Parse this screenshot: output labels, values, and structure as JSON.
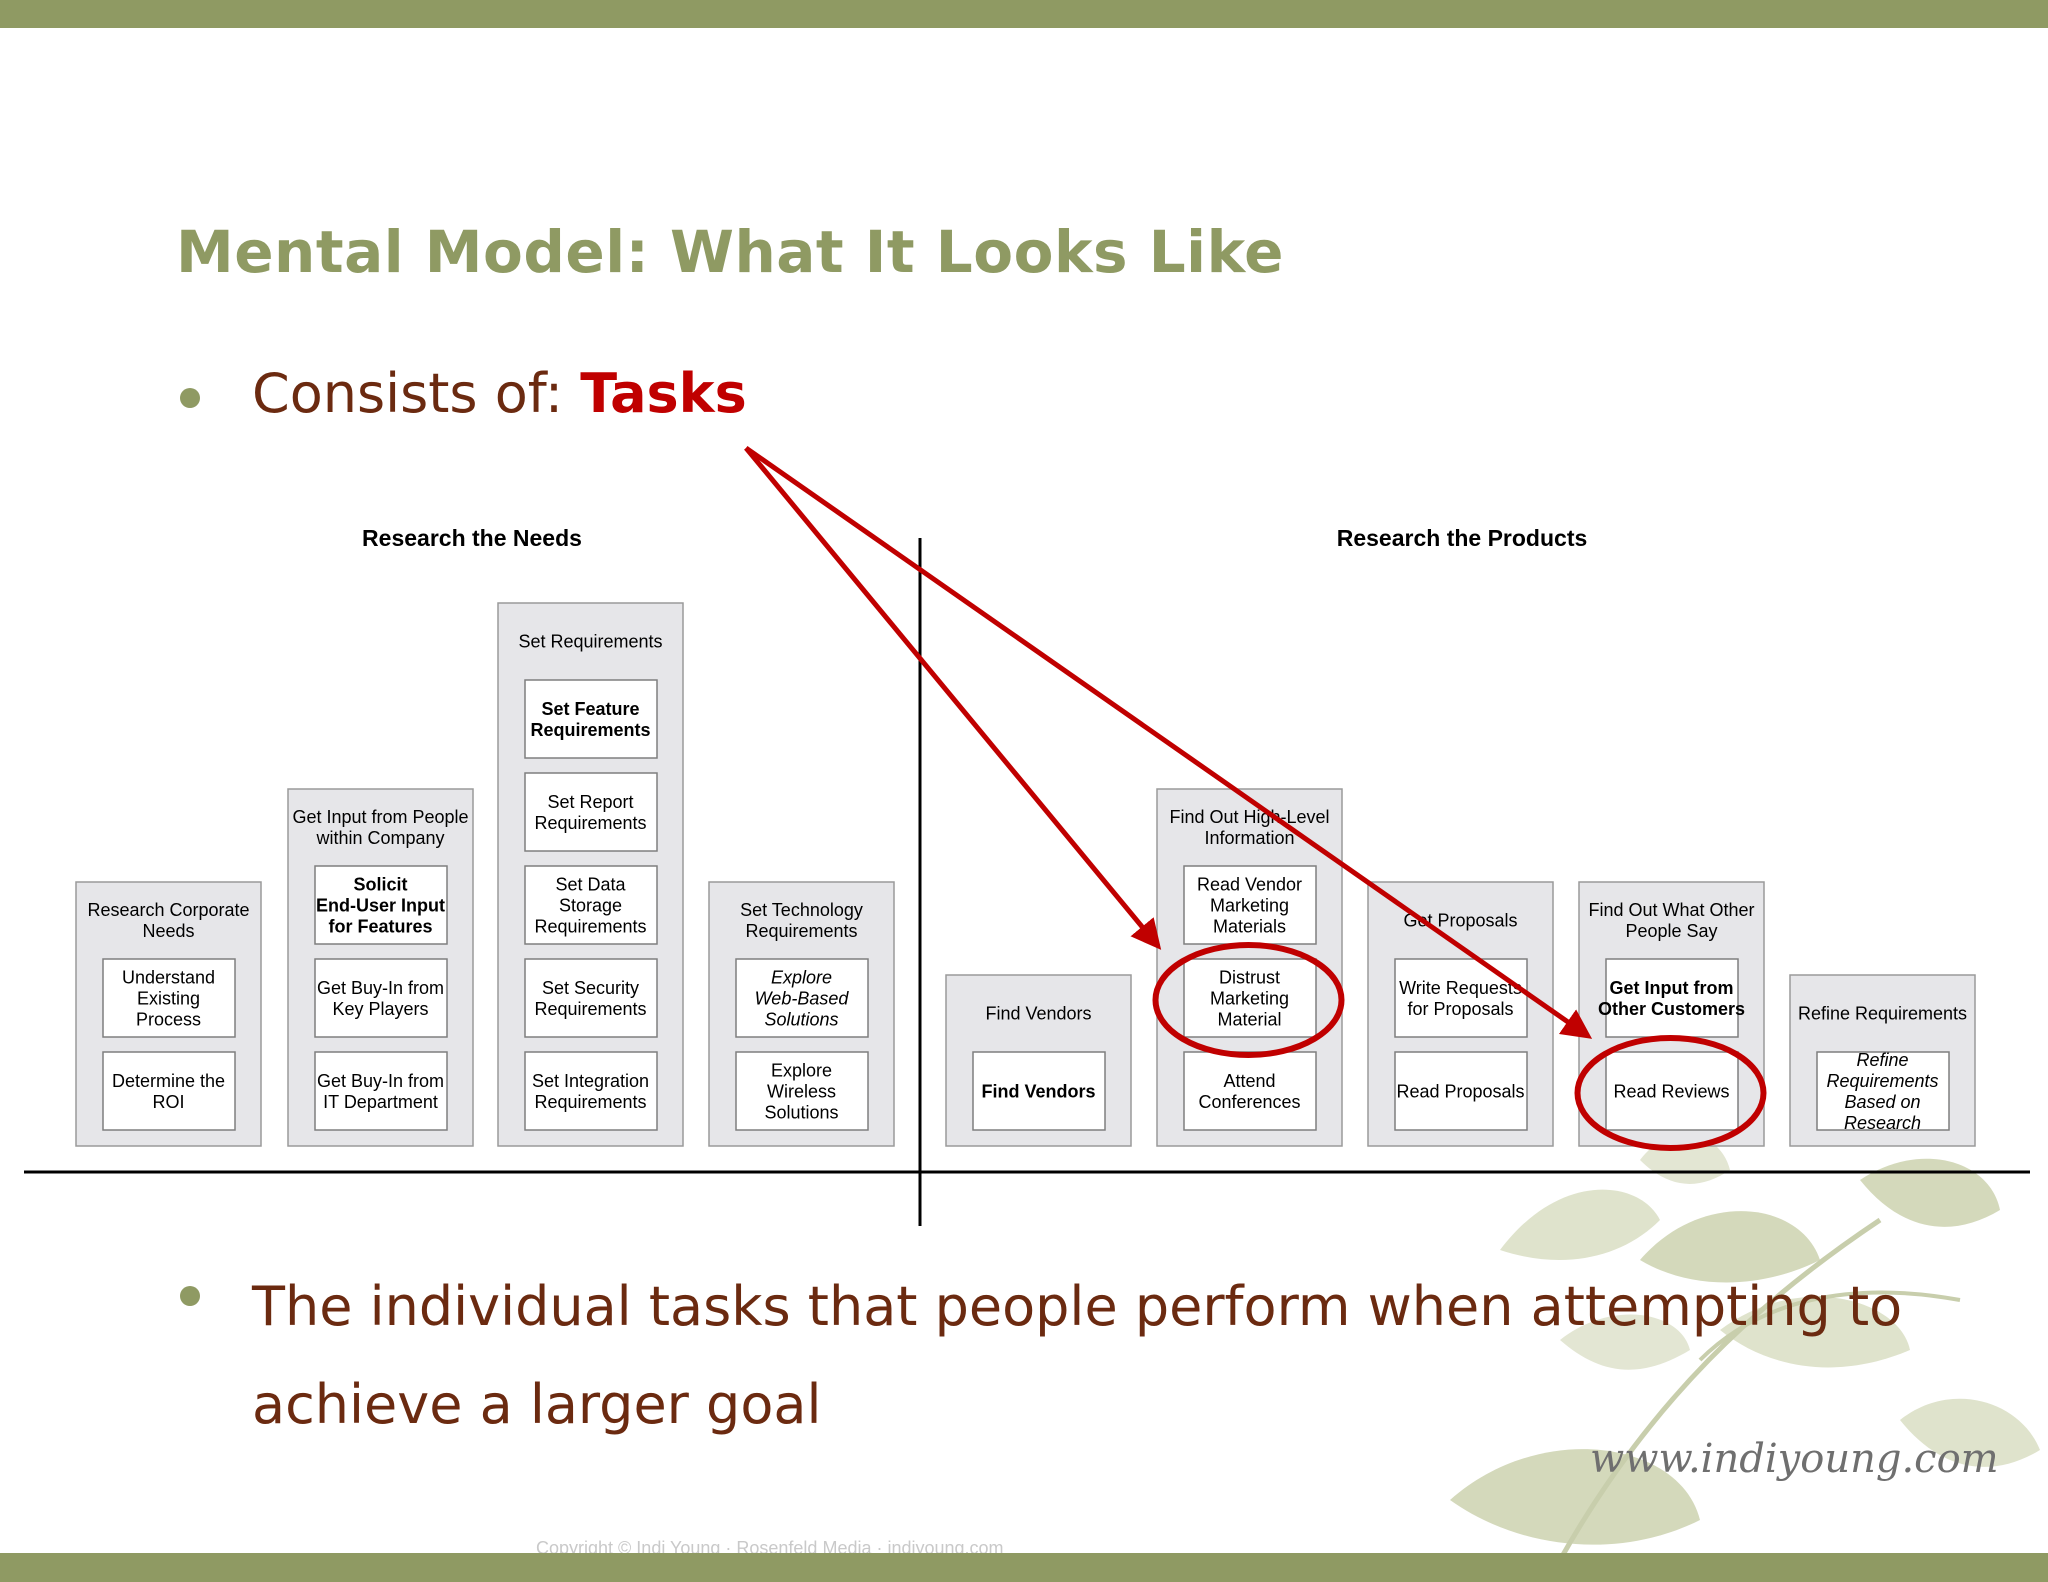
{
  "slide": {
    "title": "Mental Model: What It Looks Like",
    "bullet1_prefix": "Consists of: ",
    "bullet1_keyword": "Tasks",
    "bullet2": "The individual tasks that people perform when attempting to achieve a larger goal",
    "website": "www.indiyoung.com",
    "footer": "Copyright © Indi Young · Rosenfeld Media · indiyoung.com"
  },
  "colors": {
    "accent_olive": "#8f9a63",
    "text_brown": "#6b2a10",
    "highlight_red": "#c00000",
    "box_gray": "#e6e6e9"
  },
  "mental_model": {
    "sections": [
      {
        "label": "Research the Needs",
        "towers": [
          {
            "label": "Research Corporate Needs",
            "tasks": [
              {
                "label": "Understand Existing Process",
                "style": "normal"
              },
              {
                "label": "Determine the ROI",
                "style": "normal"
              }
            ]
          },
          {
            "label": "Get Input from People within Company",
            "tasks": [
              {
                "label": "Solicit End-User Input for Features",
                "style": "bold"
              },
              {
                "label": "Get Buy-In from Key Players",
                "style": "normal"
              },
              {
                "label": "Get Buy-In from IT Department",
                "style": "normal"
              }
            ]
          },
          {
            "label": "Set Requirements",
            "tasks": [
              {
                "label": "Set Feature Requirements",
                "style": "bold"
              },
              {
                "label": "Set Report Requirements",
                "style": "normal"
              },
              {
                "label": "Set Data Storage Requirements",
                "style": "normal"
              },
              {
                "label": "Set Security Requirements",
                "style": "normal"
              },
              {
                "label": "Set Integration Requirements",
                "style": "normal"
              }
            ]
          },
          {
            "label": "Set Technology Requirements",
            "tasks": [
              {
                "label": "Explore Web-Based Solutions",
                "style": "italic"
              },
              {
                "label": "Explore Wireless Solutions",
                "style": "normal"
              }
            ]
          }
        ]
      },
      {
        "label": "Research the Products",
        "towers": [
          {
            "label": "Find Vendors",
            "tasks": [
              {
                "label": "Find Vendors",
                "style": "bold"
              }
            ]
          },
          {
            "label": "Find Out High-Level Information",
            "tasks": [
              {
                "label": "Read Vendor Marketing Materials",
                "style": "normal"
              },
              {
                "label": "Distrust Marketing Material",
                "style": "normal",
                "circled": true
              },
              {
                "label": "Attend Conferences",
                "style": "normal"
              }
            ]
          },
          {
            "label": "Get Proposals",
            "tasks": [
              {
                "label": "Write Requests for Proposals",
                "style": "normal"
              },
              {
                "label": "Read Proposals",
                "style": "normal"
              }
            ]
          },
          {
            "label": "Find Out What Other People Say",
            "tasks": [
              {
                "label": "Get Input from Other Customers",
                "style": "bold"
              },
              {
                "label": "Read Reviews",
                "style": "normal",
                "circled": true
              }
            ]
          },
          {
            "label": "Refine Requirements",
            "tasks": [
              {
                "label": "Refine Requirements Based on Research",
                "style": "italic"
              }
            ]
          }
        ]
      }
    ]
  }
}
